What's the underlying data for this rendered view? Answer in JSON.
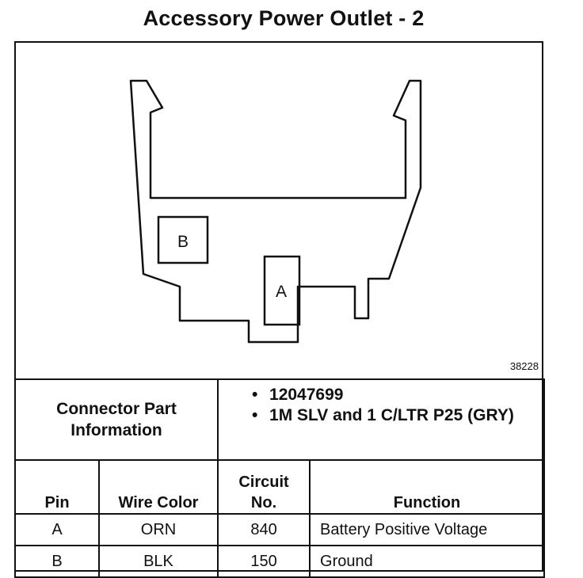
{
  "title": "Accessory Power Outlet - 2",
  "diagram": {
    "figure_number": "38228",
    "cavity_labels": [
      "A",
      "B"
    ]
  },
  "connector_info": {
    "label": "Connector Part Information",
    "items": [
      "12047699",
      "1M SLV and 1 C/LTR P25 (GRY)"
    ]
  },
  "table": {
    "headers": {
      "pin": "Pin",
      "wire_color": "Wire Color",
      "circuit": "Circuit No.",
      "function": "Function"
    },
    "rows": [
      {
        "pin": "A",
        "wire_color": "ORN",
        "circuit": "840",
        "function": "Battery Positive Voltage"
      },
      {
        "pin": "B",
        "wire_color": "BLK",
        "circuit": "150",
        "function": "Ground"
      }
    ]
  }
}
